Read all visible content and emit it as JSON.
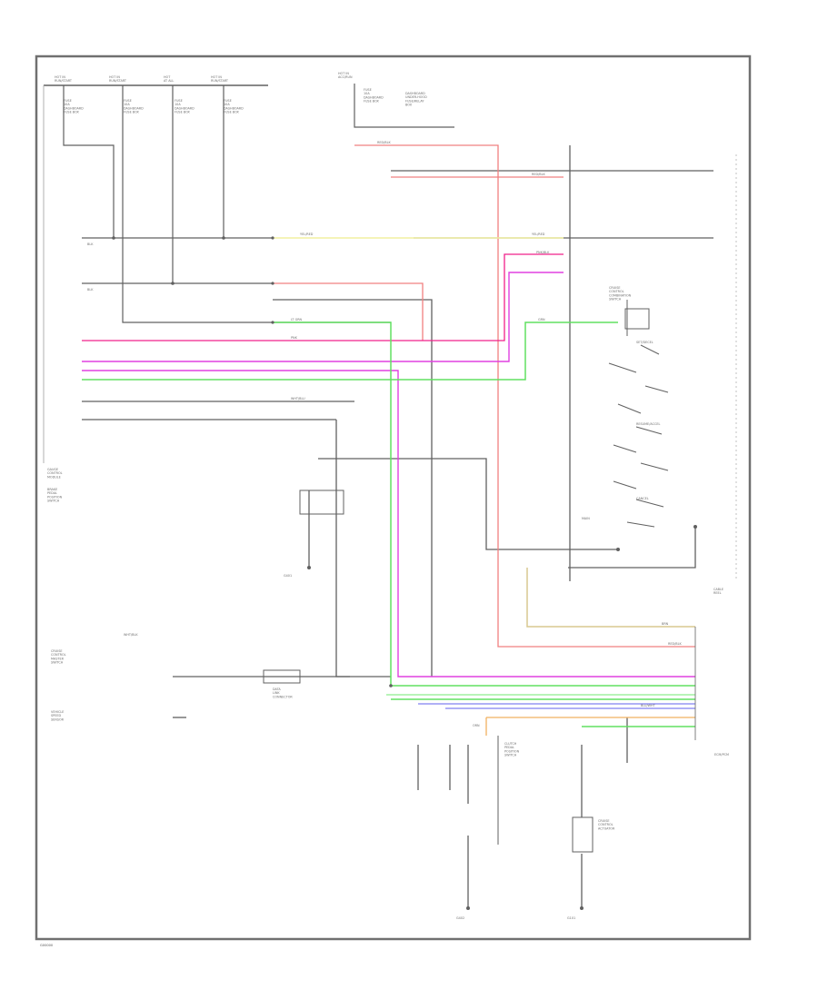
{
  "diagram": {
    "footer_code": "G00000",
    "fuses": [
      {
        "id": "f1",
        "label": "HOT IN\nRUN/START"
      },
      {
        "id": "f2",
        "label": "HOT IN\nRUN/START"
      },
      {
        "id": "f3",
        "label": "HOT\nAT ALL"
      },
      {
        "id": "f4",
        "label": "HOT IN\nRUN/START"
      },
      {
        "id": "f5",
        "label": "HOT IN\nACC/RUN"
      }
    ],
    "fuse_descriptions": [
      {
        "id": "d1",
        "text": "FUSE\n10A\nDASHBOARD\nFUSE BOX"
      },
      {
        "id": "d2",
        "text": "FUSE\n10A\nDASHBOARD\nFUSE BOX"
      },
      {
        "id": "d3",
        "text": "FUSE\n10A\nDASHBOARD\nFUSE BOX"
      },
      {
        "id": "d4",
        "text": "FUSE\n10A\nDASHBOARD\nFUSE BOX"
      },
      {
        "id": "d5",
        "text": "FUSE\n10A\nDASHBOARD\nFUSE BOX"
      },
      {
        "id": "d6",
        "text": "DASHBOARD\nUNDER-HOOD\nFUSE/RELAY\nBOX"
      }
    ],
    "wire_labels": [
      {
        "id": "w-red-1",
        "text": "RED/BLK"
      },
      {
        "id": "w-red-2",
        "text": "RED/BLK"
      },
      {
        "id": "w-red-3",
        "text": "RED/BLK"
      },
      {
        "id": "w-yel-1",
        "text": "YEL/RED"
      },
      {
        "id": "w-yel-2",
        "text": "YEL/RED"
      },
      {
        "id": "w-pnk-1",
        "text": "PNK"
      },
      {
        "id": "w-pnk-2",
        "text": "PNK/BLK"
      },
      {
        "id": "w-grn-1",
        "text": "LT GRN"
      },
      {
        "id": "w-grn-2",
        "text": "GRN"
      },
      {
        "id": "w-blk-1",
        "text": "BLK"
      },
      {
        "id": "w-blk-2",
        "text": "BLK"
      },
      {
        "id": "w-wht-1",
        "text": "WHT/BLU"
      },
      {
        "id": "w-wht-2",
        "text": "WHT/BLK"
      },
      {
        "id": "w-brn-1",
        "text": "BRN"
      },
      {
        "id": "w-blu-1",
        "text": "BLU/WHT"
      },
      {
        "id": "w-org-1",
        "text": "ORN"
      }
    ],
    "components": [
      {
        "id": "c1",
        "text": "BRAKE\nPEDAL\nPOSITION\nSWITCH"
      },
      {
        "id": "c2",
        "text": "GAUGE\nCONTROL\nMODULE"
      },
      {
        "id": "c3",
        "text": "CRUISE\nCONTROL\nMASTER\nSWITCH"
      },
      {
        "id": "c4",
        "text": "CRUISE\nCONTROL\nCOMBINATION\nSWITCH"
      },
      {
        "id": "c5",
        "text": "ECM/PCM"
      },
      {
        "id": "c6",
        "text": "VEHICLE\nSPEED\nSENSOR"
      },
      {
        "id": "c7",
        "text": "CLUTCH\nPEDAL\nPOSITION\nSWITCH"
      },
      {
        "id": "c8",
        "text": "CABLE\nREEL"
      },
      {
        "id": "c9",
        "text": "CRUISE\nCONTROL\nACTUATOR"
      },
      {
        "id": "c10",
        "text": "G401"
      },
      {
        "id": "c11",
        "text": "G402"
      },
      {
        "id": "c12",
        "text": "G101"
      },
      {
        "id": "c13",
        "text": "DATA\nLINK\nCONNECTOR"
      },
      {
        "id": "c14",
        "text": "SET/DECEL"
      },
      {
        "id": "c15",
        "text": "RESUME/ACCEL"
      },
      {
        "id": "c16",
        "text": "CANCEL"
      },
      {
        "id": "c17",
        "text": "MAIN"
      }
    ],
    "colors": {
      "red": "#f08080",
      "yellow": "#f2f0a0",
      "pink": "#f0208a",
      "magenta": "#e040e0",
      "green": "#60e060",
      "lightgreen": "#a0f0a0",
      "blue": "#8080f0",
      "orange": "#f0b060",
      "tan": "#d8c890",
      "black": "#606060"
    }
  }
}
